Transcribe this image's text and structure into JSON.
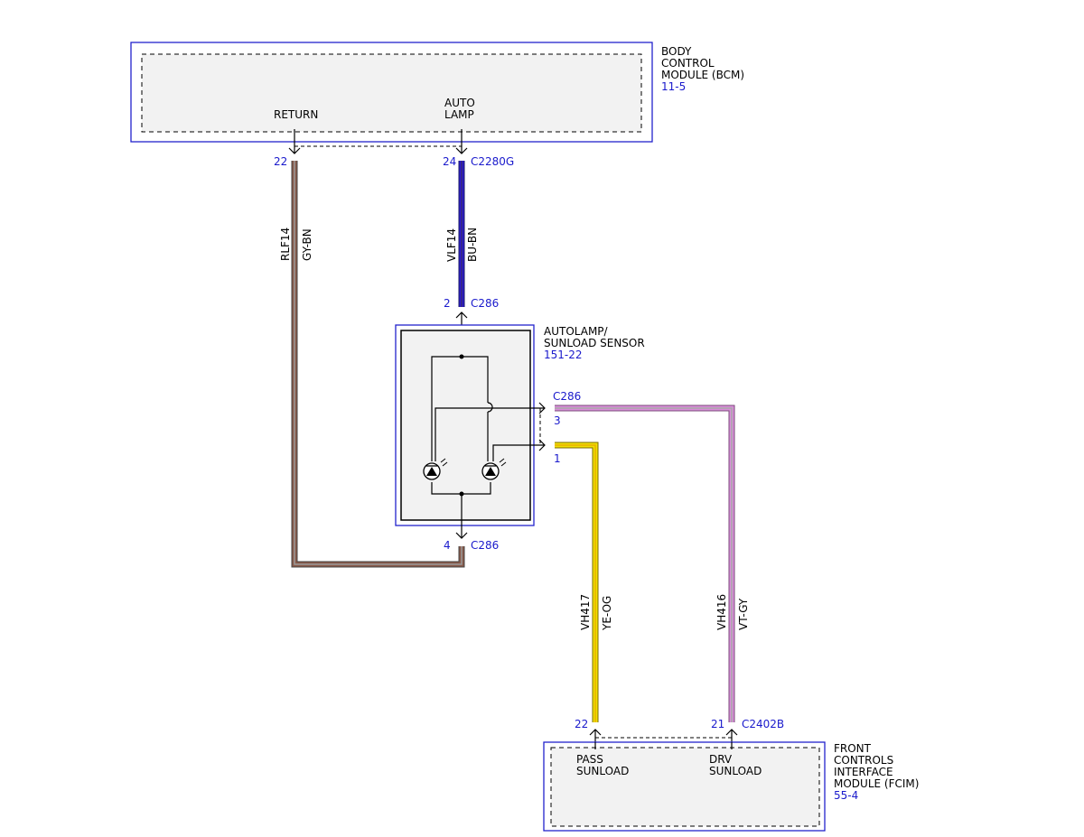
{
  "bcm": {
    "name_lines": [
      "BODY",
      "CONTROL",
      "MODULE (BCM)"
    ],
    "ref": "11-5",
    "pin_return_label": "RETURN",
    "pin_autolamp_lines": [
      "AUTO",
      "LAMP"
    ],
    "pin_return_num": "22",
    "pin_autolamp_num": "24",
    "connector": "C2280G"
  },
  "sensor": {
    "name_lines": [
      "AUTOLAMP/",
      "SUNLOAD SENSOR"
    ],
    "ref": "151-22",
    "connector": "C286",
    "pin_top_num": "2",
    "pin_bottom_num": "4",
    "pin_right_top_num": "3",
    "pin_right_bottom_num": "1"
  },
  "fcim": {
    "name_lines": [
      "FRONT",
      "CONTROLS",
      "INTERFACE",
      "MODULE (FCIM)"
    ],
    "ref": "55-4",
    "pin_pass_lines": [
      "PASS",
      "SUNLOAD"
    ],
    "pin_drv_lines": [
      "DRV",
      "SUNLOAD"
    ],
    "pin_pass_num": "22",
    "pin_drv_num": "21",
    "connector": "C2402B"
  },
  "wires": [
    {
      "circuit": "RLF14",
      "color_code": "GY-BN",
      "colors": [
        "#8a5a4a",
        "#9a9a9a"
      ]
    },
    {
      "circuit": "VLF14",
      "color_code": "BU-BN",
      "colors": [
        "#2a1acc",
        "#3a2a7a"
      ]
    },
    {
      "circuit": "VH417",
      "color_code": "YE-OG",
      "colors": [
        "#f0e000",
        "#e8b000"
      ]
    },
    {
      "circuit": "VH416",
      "color_code": "VT-GY",
      "colors": [
        "#d98fd9",
        "#a8a8a8"
      ]
    }
  ]
}
